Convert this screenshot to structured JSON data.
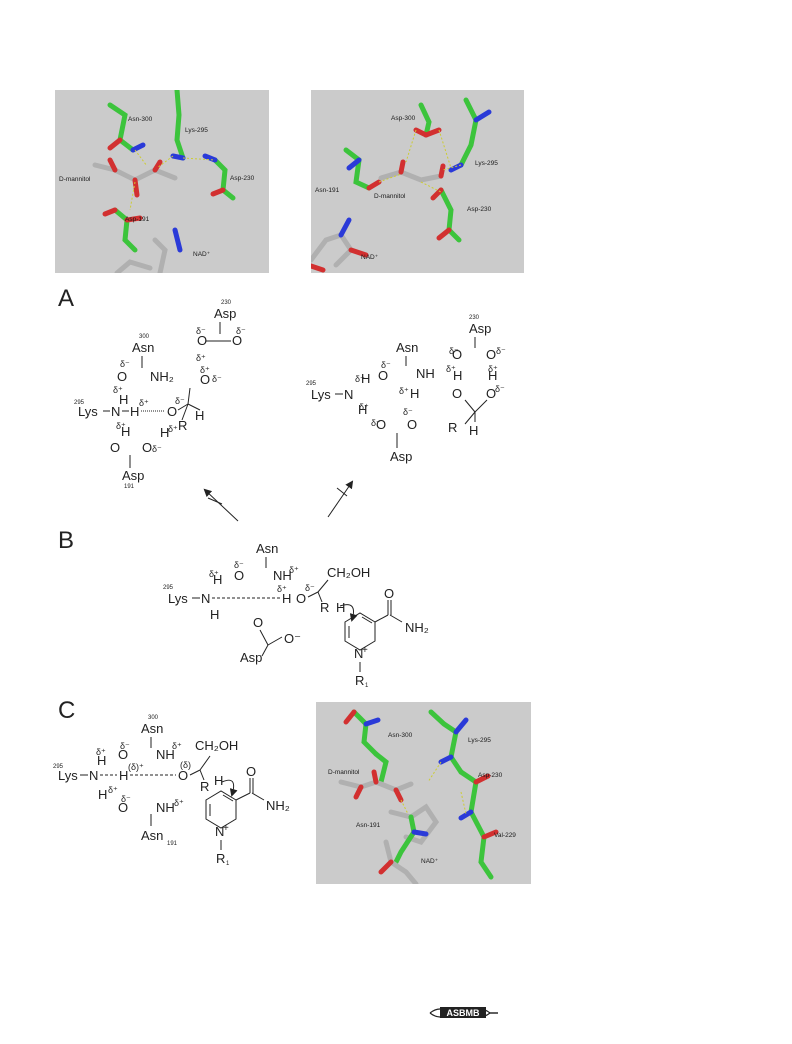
{
  "panel_letters": {
    "a": "A",
    "b": "B",
    "c": "C"
  },
  "structure_top_left": {
    "labels": {
      "asn300": "Asn-300",
      "lys295": "Lys-295",
      "dmannitol": "D-mannitol",
      "asp230": "Asp-230",
      "asp191": "Asp-191",
      "nad": "NAD⁺"
    }
  },
  "structure_top_right": {
    "labels": {
      "asp300": "Asp-300",
      "lys295": "Lys-295",
      "asn191": "Asn-191",
      "dmannitol": "D-mannitol",
      "asp230": "Asp-230",
      "nad": "NAD⁺"
    }
  },
  "structure_bottom_right": {
    "labels": {
      "asn300": "Asn-300",
      "lys295": "Lys-295",
      "dmannitol": "D-mannitol",
      "asp230": "Asp-230",
      "asn191": "Asn-191",
      "val229": "Val-229",
      "nad": "NAD⁺"
    }
  },
  "scheme": {
    "lys": "Lys",
    "asn": "Asn",
    "asp": "Asp",
    "n": "N",
    "h": "H",
    "o": "O",
    "r": "R",
    "r1": "R",
    "nh": "NH",
    "nh2": "NH₂",
    "ch2oh": "CH₂OH",
    "delta_minus": "δ⁻",
    "delta_plus": "δ⁺",
    "delta_paren_plus": "(δ)⁺",
    "delta_paren": "(δ)",
    "n295": "295",
    "n300": "300",
    "n230": "230",
    "n191": "191",
    "sub1": "1",
    "charge_plus": "+",
    "o_minus": "O⁻"
  },
  "logo": {
    "text": "ASBMB"
  }
}
